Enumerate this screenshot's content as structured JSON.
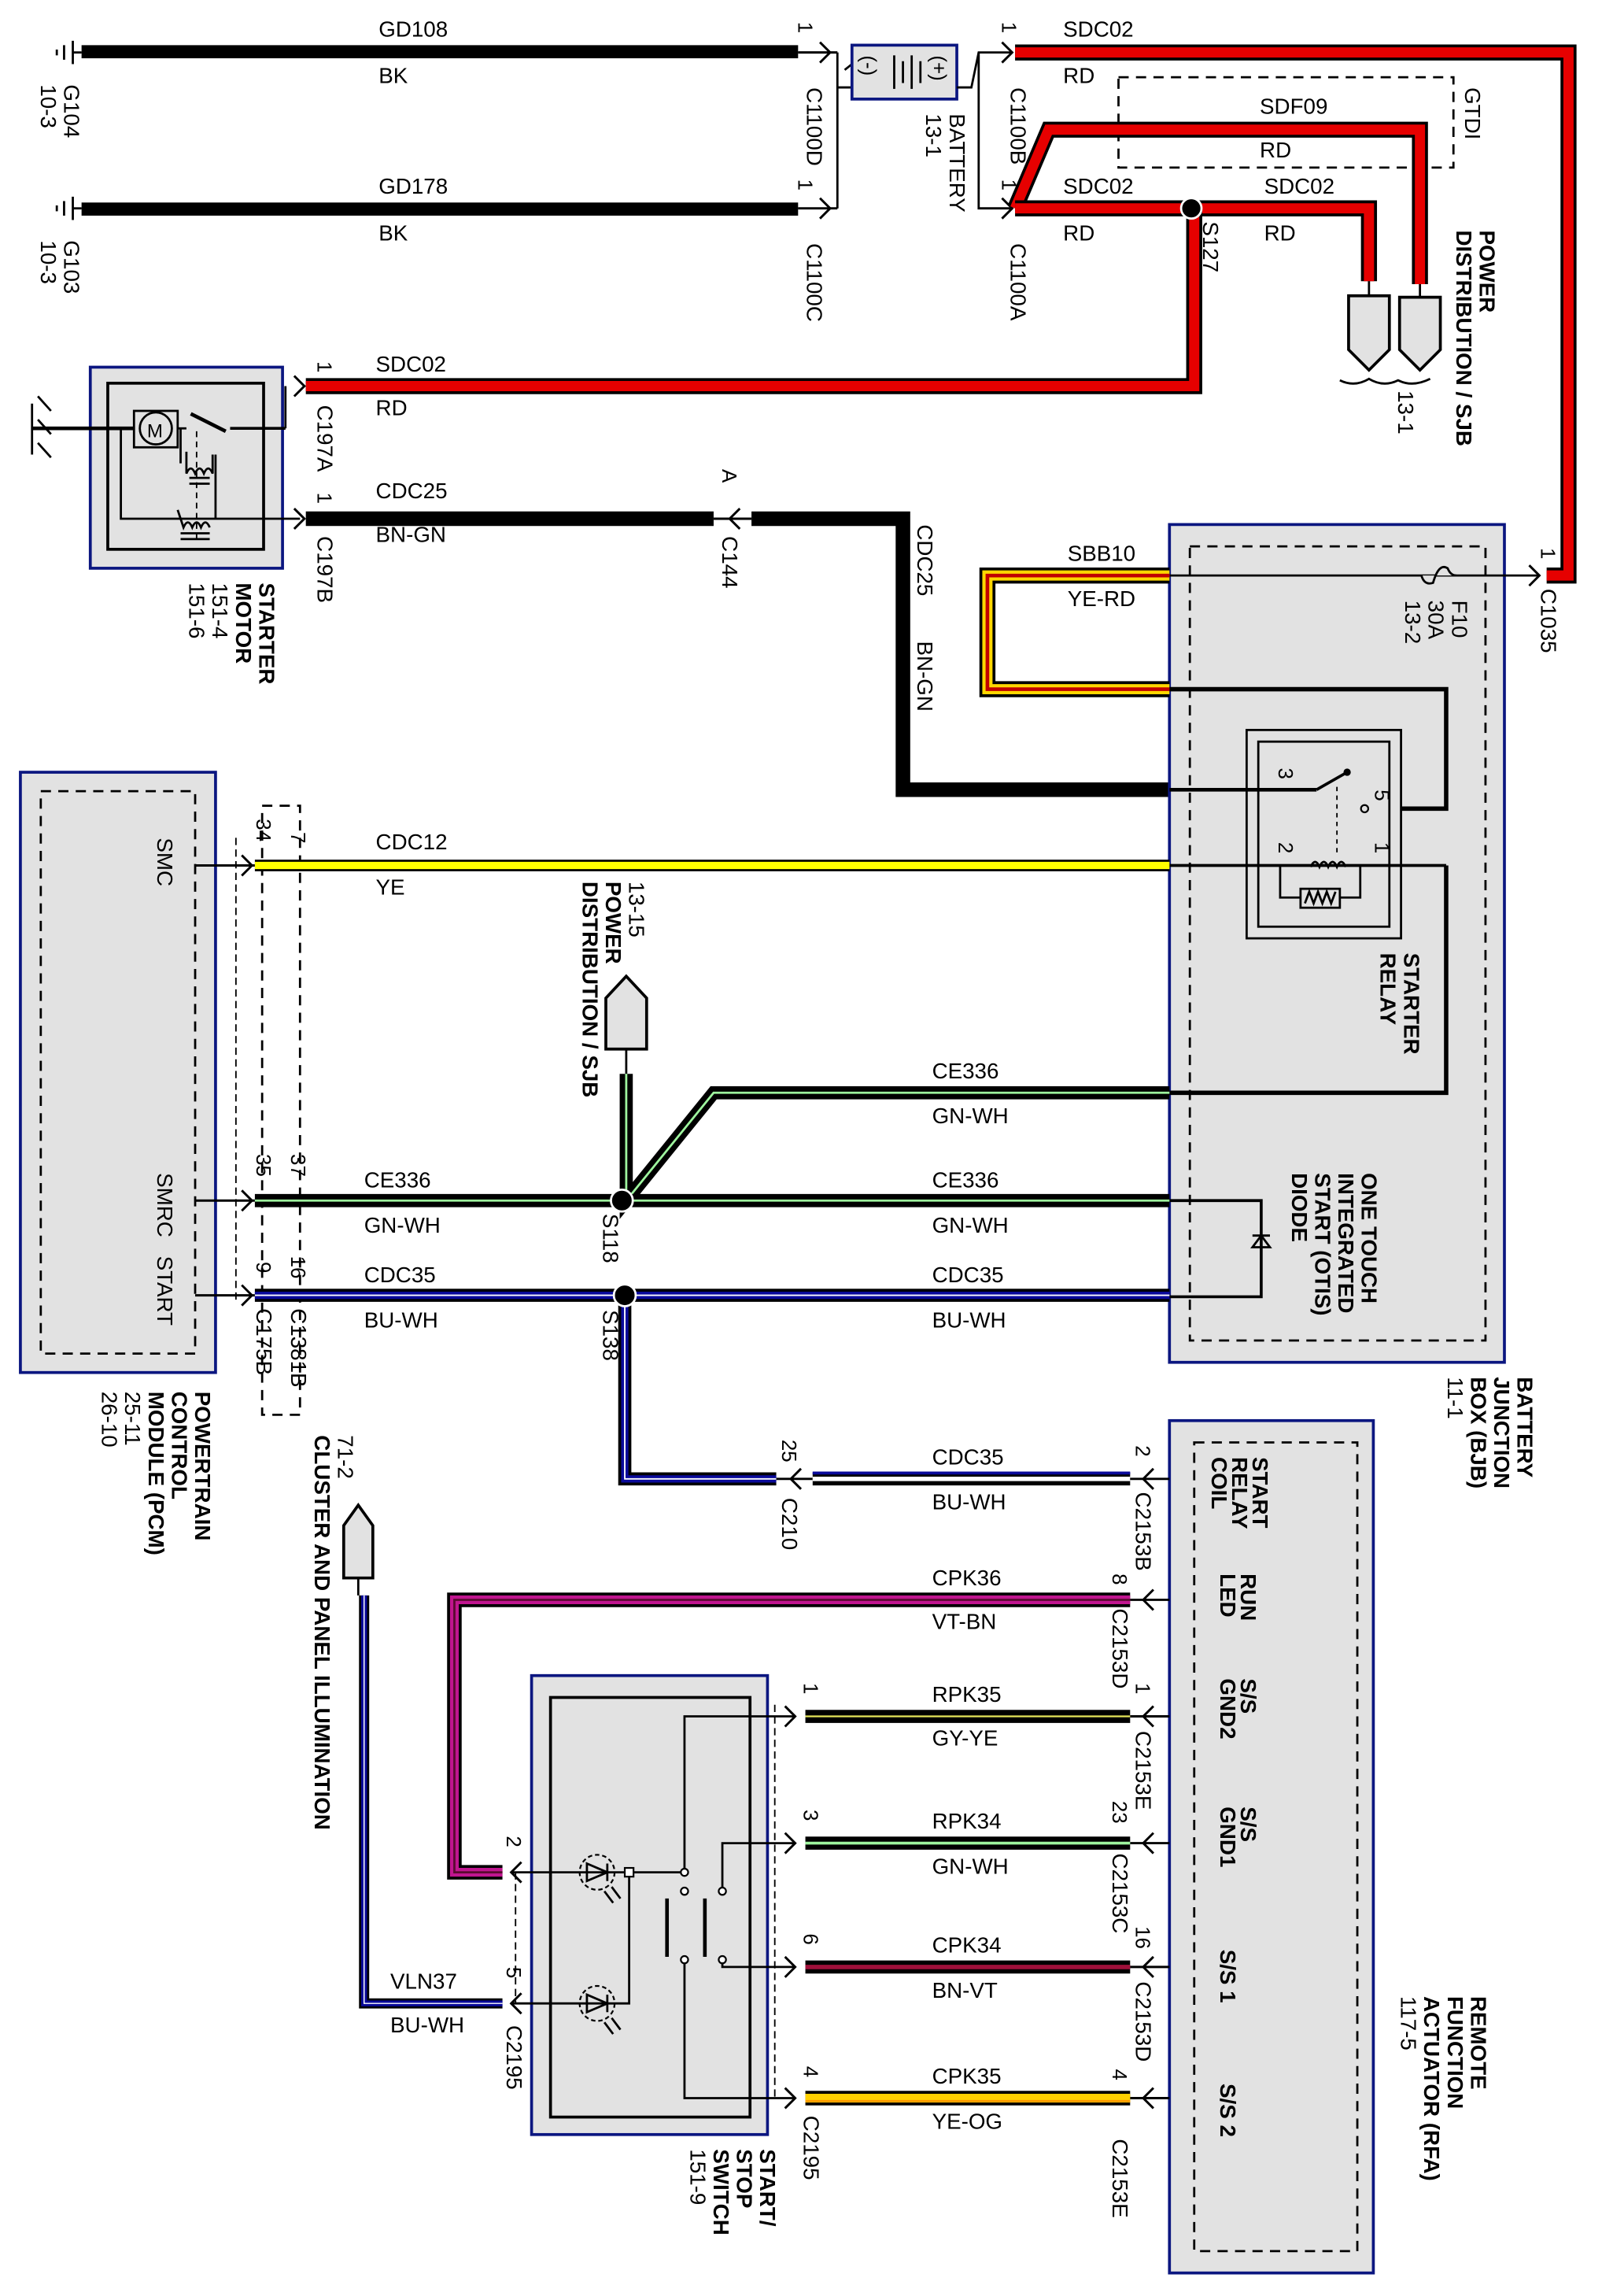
{
  "diagram": {
    "title": "Starting System Wiring Diagram",
    "wire_colors": {
      "BK": "#000000",
      "RD": "#e60000",
      "BN-GN": "#000000",
      "YE": "#ffff00",
      "YE-RD": "#ffd700",
      "GN-WH": "#000000",
      "BU-WH": "#0a0a9a",
      "VT-BN": "#c0158f",
      "GY-YE": "#000000",
      "BN-VT": "#a0103a",
      "YE-OG": "#ffd000"
    },
    "grounds": [
      {
        "id": "G104",
        "ref": "10-3"
      },
      {
        "id": "G103",
        "ref": "10-3"
      }
    ],
    "wires": [
      {
        "circuit": "GD108",
        "color": "BK"
      },
      {
        "circuit": "GD178",
        "color": "BK"
      },
      {
        "circuit": "SDC02",
        "color": "RD",
        "segment": "battery-to-C1035"
      },
      {
        "circuit": "SDF09",
        "color": "RD"
      },
      {
        "circuit": "SDC02",
        "color": "RD",
        "segment": "C1100A-to-S127"
      },
      {
        "circuit": "SDC02",
        "color": "RD",
        "segment": "S127-to-SJB"
      },
      {
        "circuit": "SDC02",
        "color": "RD",
        "segment": "S127-to-starter"
      },
      {
        "circuit": "CDC25",
        "color": "BN-GN",
        "segment": "starter-to-C144"
      },
      {
        "circuit": "CDC25",
        "color": "BN-GN",
        "segment": "C144-to-BJB"
      },
      {
        "circuit": "SBB10",
        "color": "YE-RD"
      },
      {
        "circuit": "CDC12",
        "color": "YE"
      },
      {
        "circuit": "CE336",
        "color": "GN-WH",
        "segment": "S118-to-relay"
      },
      {
        "circuit": "CE336",
        "color": "GN-WH",
        "segment": "PCM-to-S118"
      },
      {
        "circuit": "CE336",
        "color": "GN-WH",
        "segment": "S118-to-diode"
      },
      {
        "circuit": "CDC35",
        "color": "BU-WH",
        "segment": "PCM-to-S138"
      },
      {
        "circuit": "CDC35",
        "color": "BU-WH",
        "segment": "S138-to-diode"
      },
      {
        "circuit": "CDC35",
        "color": "BU-WH",
        "segment": "C210-to-RFA"
      },
      {
        "circuit": "CPK36",
        "color": "VT-BN"
      },
      {
        "circuit": "RPK35",
        "color": "GY-YE"
      },
      {
        "circuit": "RPK34",
        "color": "GN-WH"
      },
      {
        "circuit": "CPK34",
        "color": "BN-VT"
      },
      {
        "circuit": "CPK35",
        "color": "YE-OG"
      },
      {
        "circuit": "VLN37",
        "color": "BU-WH"
      }
    ],
    "connectors": {
      "C1100D": {
        "name": "C1100D",
        "pin": "1"
      },
      "C1100C": {
        "name": "C1100C",
        "pin": "1"
      },
      "C1100B": {
        "name": "C1100B",
        "pin": "1"
      },
      "C1100A": {
        "name": "C1100A",
        "pin": "1"
      },
      "C197A": {
        "name": "C197A",
        "pin": "1"
      },
      "C197B": {
        "name": "C197B",
        "pin": "1"
      },
      "C144": {
        "name": "C144",
        "pin": "A"
      },
      "C1035": {
        "name": "C1035",
        "pin": "1"
      },
      "C175B": {
        "name": "C175B",
        "pins": [
          "34",
          "35",
          "9"
        ]
      },
      "C1381B": {
        "name": "C1381B",
        "pins": [
          "7",
          "37",
          "16"
        ]
      },
      "C210": {
        "name": "C210",
        "pin": "25"
      },
      "C2153B": {
        "name": "C2153B",
        "pin": "2"
      },
      "C2153D_run": {
        "name": "C2153D",
        "pin": "8"
      },
      "C2153E_gnd2": {
        "name": "C2153E",
        "pin": "1"
      },
      "C2153C": {
        "name": "C2153C",
        "pin": "23"
      },
      "C2153D_ss1": {
        "name": "C2153D",
        "pin": "16"
      },
      "C2153E_ss2": {
        "name": "C2153E",
        "pin": "4"
      },
      "C2195_left": {
        "name": "C2195",
        "pins": [
          "2",
          "5"
        ]
      },
      "C2195_right": {
        "name": "C2195",
        "pins": [
          "1",
          "3",
          "6",
          "4"
        ]
      }
    },
    "splices": [
      "S127",
      "S118",
      "S138"
    ],
    "components": {
      "battery": {
        "name": "BATTERY",
        "ref": "13-1",
        "neg": "(-)",
        "pos": "(+)"
      },
      "sjb_top": {
        "name_line1": "POWER",
        "name_line2": "DISTRIBUTION / SJB",
        "ref": "13-1",
        "option": "GTDI"
      },
      "sjb_mid": {
        "ref": "13-15",
        "name_line1": "POWER",
        "name_line2": "DISTRIBUTION / SJB"
      },
      "starter_motor": {
        "name_line1": "STARTER",
        "name_line2": "MOTOR",
        "ref1": "151-4",
        "ref2": "151-6",
        "motor_symbol": "M"
      },
      "bjb": {
        "name_line1": "BATTERY",
        "name_line2": "JUNCTION",
        "name_line3": "BOX (BJB)",
        "ref": "11-1"
      },
      "fuse": {
        "id": "F10",
        "rating": "30A",
        "ref": "13-2"
      },
      "starter_relay": {
        "name_line1": "STARTER",
        "name_line2": "RELAY",
        "pins": [
          "3",
          "5",
          "2",
          "1"
        ]
      },
      "otis_diode": {
        "line1": "ONE TOUCH",
        "line2": "INTEGRATED",
        "line3": "START (OTIS)",
        "line4": "DIODE"
      },
      "pcm": {
        "name_line1": "POWERTRAIN",
        "name_line2": "CONTROL",
        "name_line3": "MODULE (PCM)",
        "ref1": "25-11",
        "ref2": "26-10",
        "pins": [
          "SMC",
          "SMRC",
          "START"
        ]
      },
      "rfa": {
        "name_line1": "REMOTE",
        "name_line2": "FUNCTION",
        "name_line3": "ACTUATOR (RFA)",
        "ref": "117-5",
        "pins": [
          "START RELAY COIL",
          "RUN LED",
          "S/S GND2",
          "S/S GND1",
          "S/S 1",
          "S/S 2"
        ],
        "pin_lines": [
          [
            "START",
            "RELAY",
            "COIL"
          ],
          [
            "RUN",
            "LED"
          ],
          [
            "S/S",
            "GND2"
          ],
          [
            "S/S",
            "GND1"
          ],
          [
            "S/S 1"
          ],
          [
            "S/S 2"
          ]
        ]
      },
      "start_stop_switch": {
        "name_line1": "START/",
        "name_line2": "STOP",
        "name_line3": "SWITCH",
        "ref": "151-9"
      },
      "cluster": {
        "ref": "71-2",
        "name": "CLUSTER AND PANEL ILLUMINATION"
      }
    }
  }
}
